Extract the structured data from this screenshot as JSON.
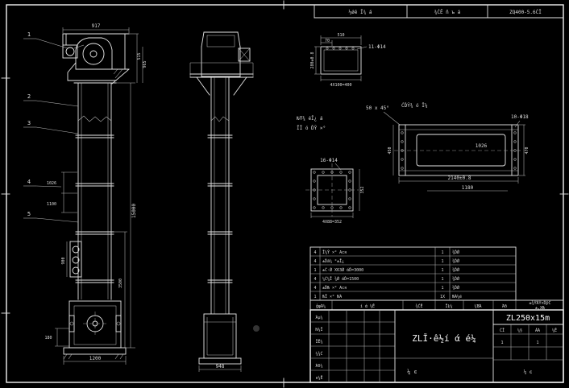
{
  "colors": {
    "bg": "#000000",
    "line": "#e6e6e6",
    "text": "#dcdcdc"
  },
  "header_strip": {
    "cell1": "½ǿê Ī¾ á",
    "cell2": "¾ĆĒ ñ ъ á",
    "cell3": "ZQ400-5.6ĆĪ"
  },
  "front_view": {
    "balloon1": "1",
    "balloon2": "2",
    "balloon3": "3",
    "balloon4": "4",
    "balloon5": "5",
    "dim_top": "917",
    "dim_total_height": "15000",
    "dim_lower_height": "3500",
    "dim_base": "1200",
    "dim_mid_a": "1026",
    "dim_mid_b": "1100",
    "dim_door": "900",
    "dim_foot": "180",
    "dim_head_a": "515",
    "dim_head_b": "965"
  },
  "side_view": {
    "dim_base": "948"
  },
  "detail_channel": {
    "dim_width": "510",
    "dim_offset": "70",
    "holes_label": "11-Φ14",
    "dim_height": "280±0.8",
    "dim_spacing": "4X100=400"
  },
  "notes": {
    "line1": "ǶŦ¾ éĪ¿ á",
    "line2": "ĪĪ ó ĎŶ ×°",
    "chamfer": "50 x 45°",
    "casing": "ĆĎŶ¾ ó Ī¼"
  },
  "detail_casing": {
    "holes_label": "10-Φ18",
    "dim_inner": "1026",
    "dim_total": "2140±0.8",
    "dim_opening": "1180",
    "dim_height_right": "470",
    "dim_height_left": "450"
  },
  "detail_flange": {
    "holes_label": "16-Φ14",
    "dim_spacing": "4X88=352",
    "dim_side": "352"
  },
  "parts_table": {
    "rows": [
      {
        "seq": "4",
        "name": "Ī¼Ŷ ×° Ася",
        "qty": "1",
        "mat": "¾ĎǾ"
      },
      {
        "seq": "4",
        "name": "±Ďā¼ °±Ī¿",
        "qty": "1",
        "mat": "¾ĎǾ"
      },
      {
        "seq": "1",
        "name": "±Ć·Ǿ X63Ǿ άĎ=3000",
        "qty": "1",
        "mat": "¾ĎǾ"
      },
      {
        "seq": "4",
        "name": "¼Ć¼Ī ¾Ǿ άĎ=1500",
        "qty": "1",
        "mat": "¾ĎǾ"
      },
      {
        "seq": "4",
        "name": "±ĎǶ ×° Ася",
        "qty": "1",
        "mat": "¾ĎǾ"
      },
      {
        "seq": "1",
        "name": "ǶĪ ×° ǶΆ",
        "qty": "1X",
        "mat": "ǶΆ¼é"
      }
    ],
    "header": {
      "c1": "ĝφΆ¼",
      "c2": "í ά ¼Ē",
      "c3": "¾ĆĒ",
      "c4": "ĪĿ¼",
      "c5": "¼ƁΆ",
      "c6": "Άδ"
    },
    "note_line1": "±¾ŶΆŶ×ĎǷĆ",
    "note_line2": "±,XǶ"
  },
  "title_block": {
    "model": "ZL250x15m",
    "title": "ZLĪ·ê½í ά é¼",
    "bottom_note": "¼ ͼ",
    "sig1": "Άμ¼",
    "sig2": "Ƕ¼Ī",
    "sig3": "ĪĒ¼",
    "sig4": "¼¾Ć",
    "sig5": "Άδ¼",
    "sig6": "ͼ¼Ē",
    "info1": "ĆĪ",
    "info2": "¼§",
    "info3": "ÁΆ",
    "info4": "¼Ē",
    "val1": "1",
    "val2": "",
    "val3": "1",
    "val4": "",
    "right_bottom": "¼ ͼ"
  }
}
